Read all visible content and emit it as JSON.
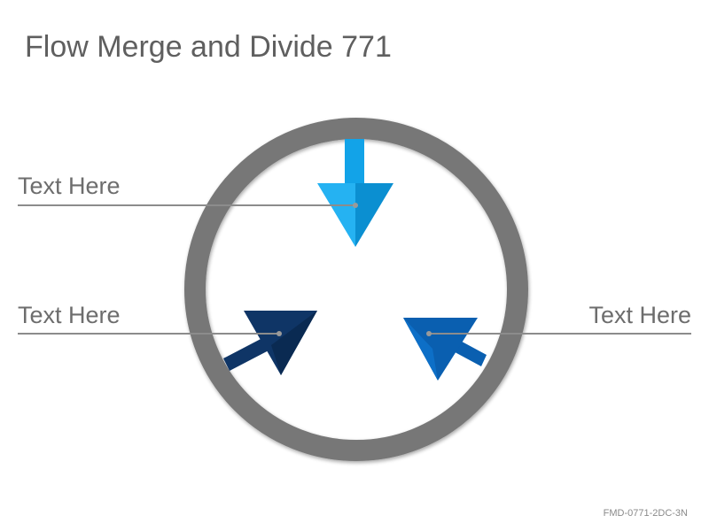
{
  "title": "Flow Merge and Divide 771",
  "labels": {
    "top": "Text Here",
    "left": "Text Here",
    "right": "Text Here"
  },
  "footer_code": "FMD-0771-2DC-3N",
  "colors": {
    "ring": "#777777",
    "arrow_top": "#12a3e8",
    "arrow_left": "#0f3566",
    "arrow_right": "#0a5fb0",
    "leader_line": "#8c8c8c",
    "text": "#6d6d6d"
  }
}
